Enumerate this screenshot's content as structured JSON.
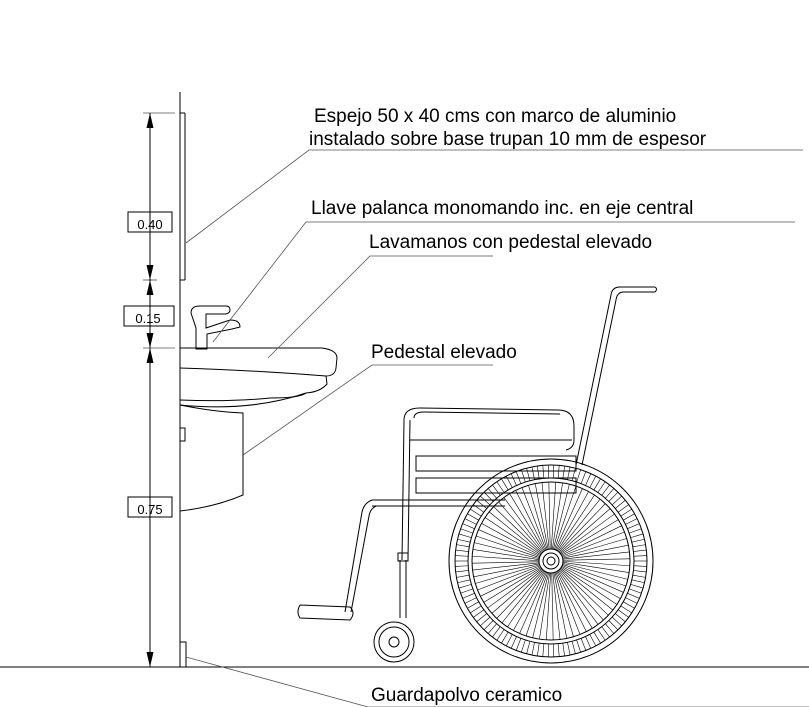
{
  "annotations": {
    "mirror_line1": "Espejo 50 x 40 cms con marco de aluminio",
    "mirror_line2": "instalado sobre base trupan 10 mm de espesor",
    "faucet": "Llave palanca monomando inc. en eje central",
    "washbasin": "Lavamanos con pedestal elevado",
    "pedestal": "Pedestal elevado",
    "baseboard": "Guardapolvo ceramico"
  },
  "dimensions": {
    "upper": "0.40",
    "middle": "0.15",
    "lower": "0.75"
  },
  "colors": {
    "line": "#000000",
    "background": "#ffffff"
  }
}
